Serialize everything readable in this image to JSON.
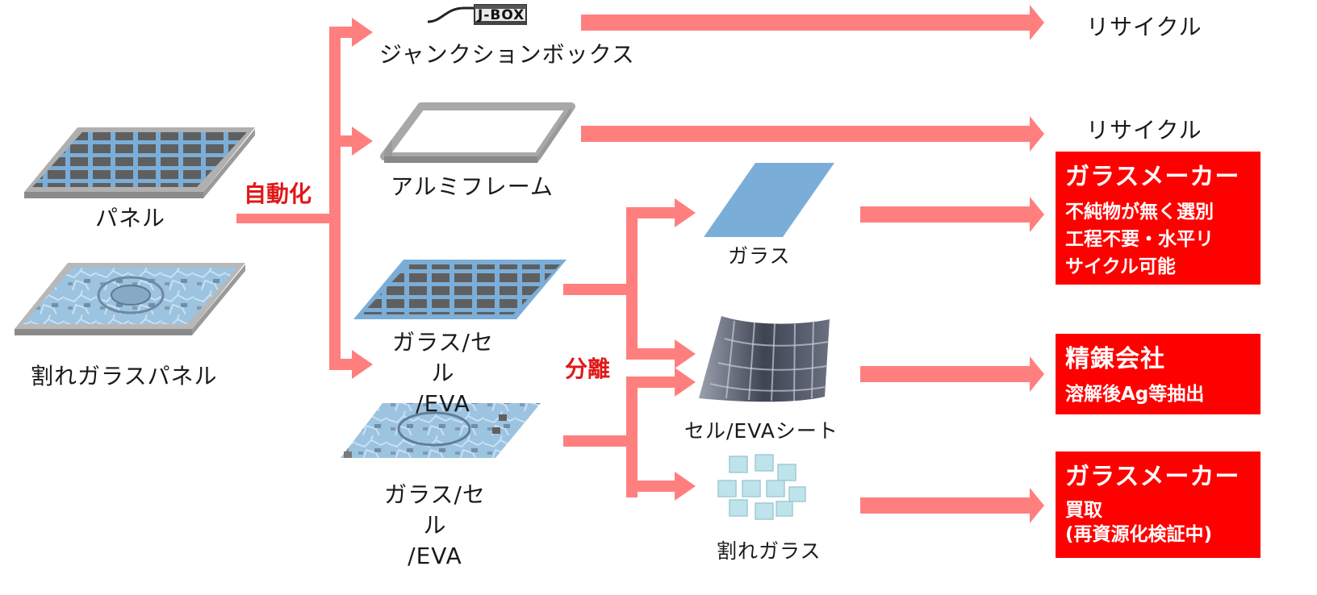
{
  "colors": {
    "arrow": "#ff7f7f",
    "accent_red": "#ff0000",
    "panel_blue": "#7aaed8",
    "cell_gray": "#5f5f5f",
    "frame_gray": "#a8a8a8"
  },
  "icons": {
    "panel": "solar-panel-icon",
    "broken_panel": "broken-glass-panel-icon",
    "jbox": "junction-box-icon",
    "frame": "aluminum-frame-icon",
    "glass_cell_eva": "glass-cell-eva-layer-icon",
    "glass": "glass-sheet-icon",
    "cell_sheet": "cell-eva-sheet-icon",
    "broken_glass": "broken-glass-cubes-icon"
  },
  "labels": {
    "jbox_tag": "J-BOX",
    "panel": "パネル",
    "broken_panel": "割れガラスパネル",
    "auto": "自動化",
    "junction_box": "ジャンクションボックス",
    "aluminum_frame": "アルミフレーム",
    "glass_cell_eva_1": "ガラス/セル\n/EVA",
    "glass_cell_eva_2": "ガラス/セル\n/EVA",
    "separation": "分離",
    "glass": "ガラス",
    "cell_eva_sheet": "セル/EVAシート",
    "broken_glass": "割れガラス",
    "recycle_1": "リサイクル",
    "recycle_2": "リサイクル"
  },
  "destinations": [
    {
      "title": "ガラスメーカー",
      "detail": "不純物が無く選別\n工程不要・水平リ\nサイクル可能"
    },
    {
      "title": "精錬会社",
      "detail": "溶解後Ag等抽出"
    },
    {
      "title": "ガラスメーカー",
      "detail": "買取\n(再資源化検証中)"
    }
  ]
}
